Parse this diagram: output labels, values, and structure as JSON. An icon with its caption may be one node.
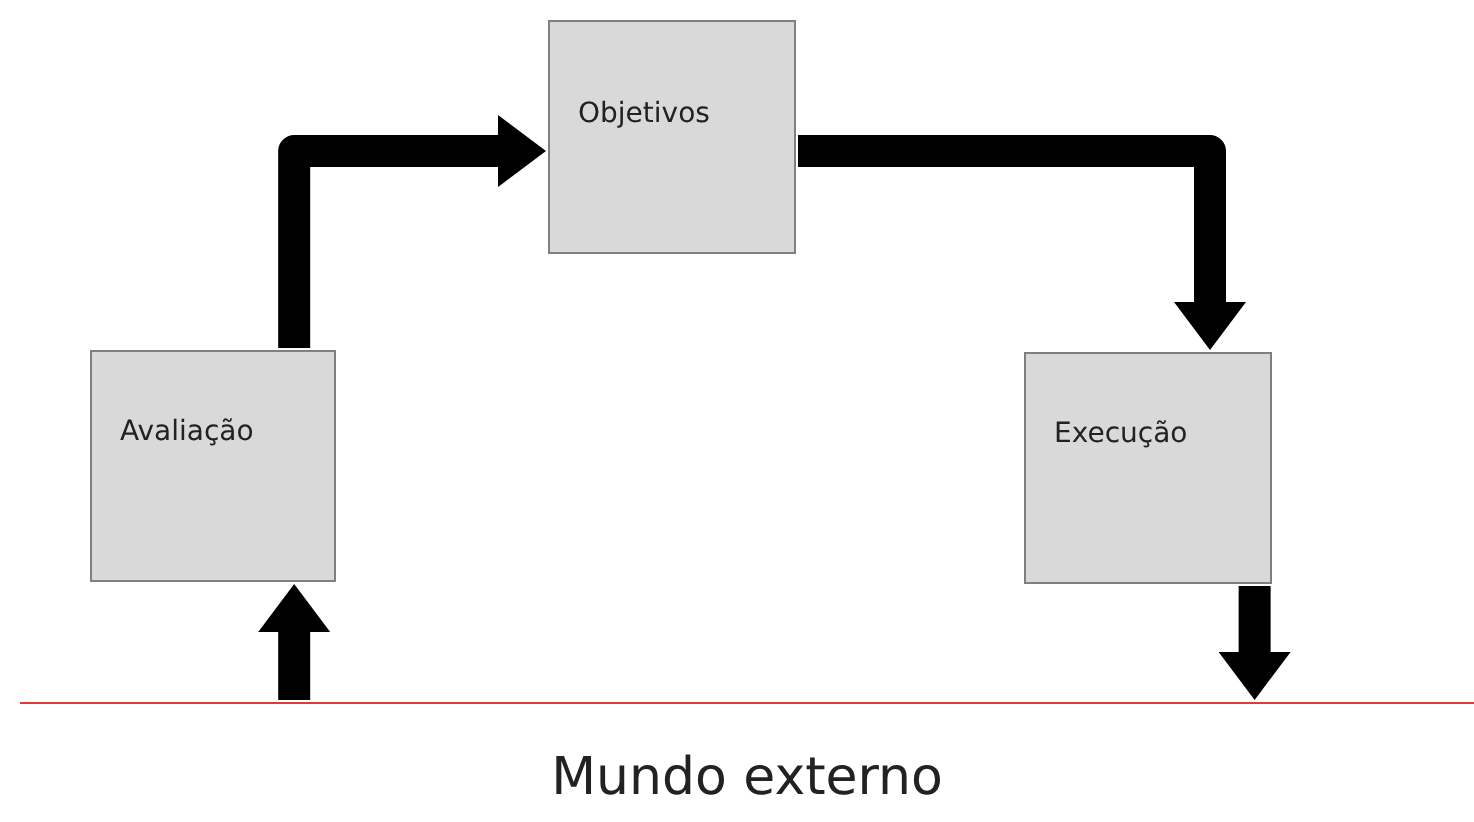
{
  "diagram": {
    "nodes": [
      {
        "text": [
          "Objetivos"
        ]
      },
      {
        "text": [
          "Avaliação"
        ]
      },
      {
        "text": [
          "Execução"
        ]
      },
      {
        "text": [
          "Mundo externo"
        ]
      }
    ],
    "edges": [
      {
        "from": 1,
        "to": 0,
        "arrow": "to"
      },
      {
        "from": 0,
        "to": 2,
        "arrow": "to"
      },
      {
        "from": 2,
        "to": 3,
        "arrow": "to"
      },
      {
        "from": 3,
        "to": 1,
        "arrow": "to"
      }
    ]
  }
}
